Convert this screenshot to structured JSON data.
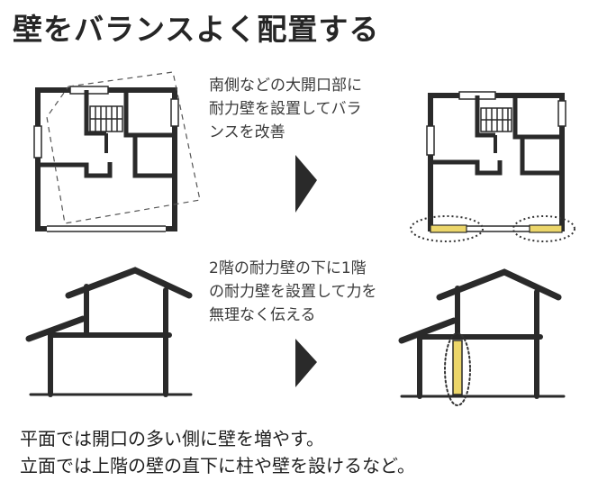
{
  "title": "壁をバランスよく配置する",
  "captions": {
    "plan": [
      "南側などの大開口部に",
      "耐力壁を設置してバラ",
      "ンスを改善"
    ],
    "elevation": [
      "2階の耐力壁の下に1階",
      "の耐力壁を設置して力を",
      "無理なく伝える"
    ]
  },
  "summary": [
    "平面では開口の多い側に壁を増やす。",
    "立面では上階の壁の直下に柱や壁を設けるなど。"
  ],
  "colors": {
    "wall": "#2a2a2a",
    "highlight": "#ecd66a",
    "arrow": "#2a2a2a"
  },
  "icons": [
    "arrow-right-icon",
    "arrow-right-icon"
  ]
}
